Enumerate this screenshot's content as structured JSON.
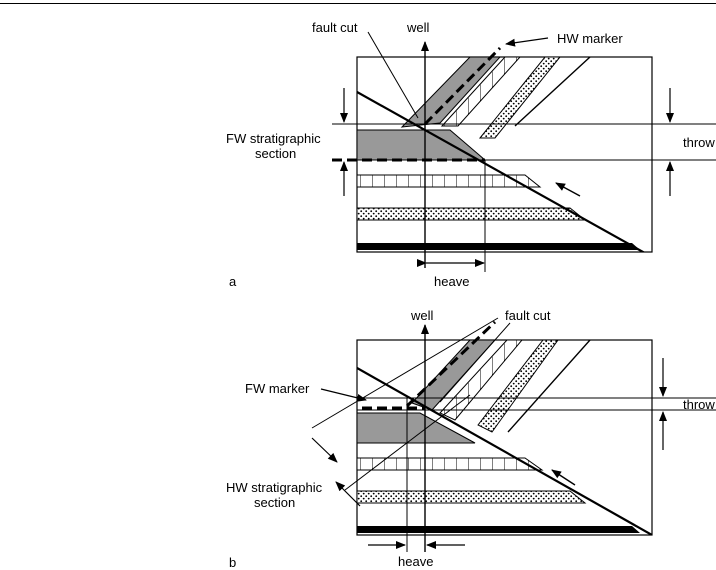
{
  "panel_a": {
    "panel_label": "a",
    "labels": {
      "fault_cut": "fault cut",
      "well": "well",
      "hw_marker": "HW marker",
      "fw_section_line1": "FW stratigraphic",
      "fw_section_line2": "section",
      "throw": "throw",
      "heave": "heave"
    }
  },
  "panel_b": {
    "panel_label": "b",
    "labels": {
      "well": "well",
      "fault_cut": "fault cut",
      "fw_marker": "FW marker",
      "throw": "throw",
      "hw_section_line1": "HW stratigraphic",
      "hw_section_line2": "section",
      "heave": "heave"
    }
  },
  "colors": {
    "shale_fill": "#999999",
    "line": "#000000",
    "background": "#ffffff"
  }
}
